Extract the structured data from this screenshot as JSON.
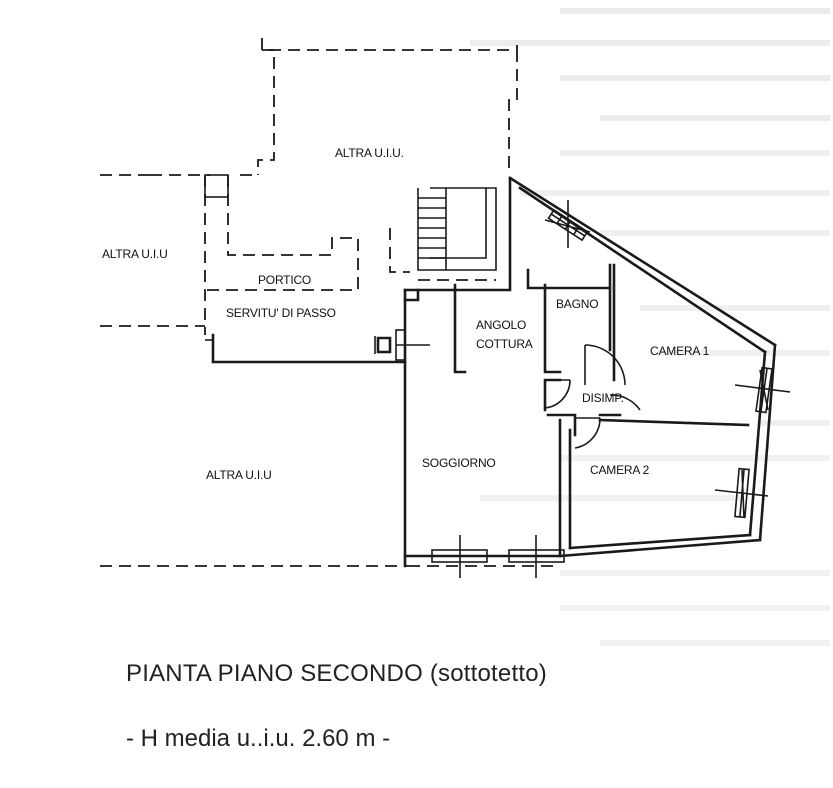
{
  "plan": {
    "rooms": {
      "altra_top": "ALTRA U.I.U.",
      "altra_left": "ALTRA U.I.U",
      "altra_bottom": "ALTRA U.I.U",
      "portico": "PORTICO",
      "servitu": "SERVITU' DI PASSO",
      "angolo_line1": "ANGOLO",
      "angolo_line2": "COTTURA",
      "bagno": "BAGNO",
      "disimp": "DISIMP.",
      "camera1": "CAMERA 1",
      "camera2": "CAMERA 2",
      "soggiorno": "SOGGIORNO"
    }
  },
  "caption": {
    "title": "PIANTA PIANO SECONDO (sottotetto)",
    "subtitle": "- H media u..i.u. 2.60 m -"
  }
}
